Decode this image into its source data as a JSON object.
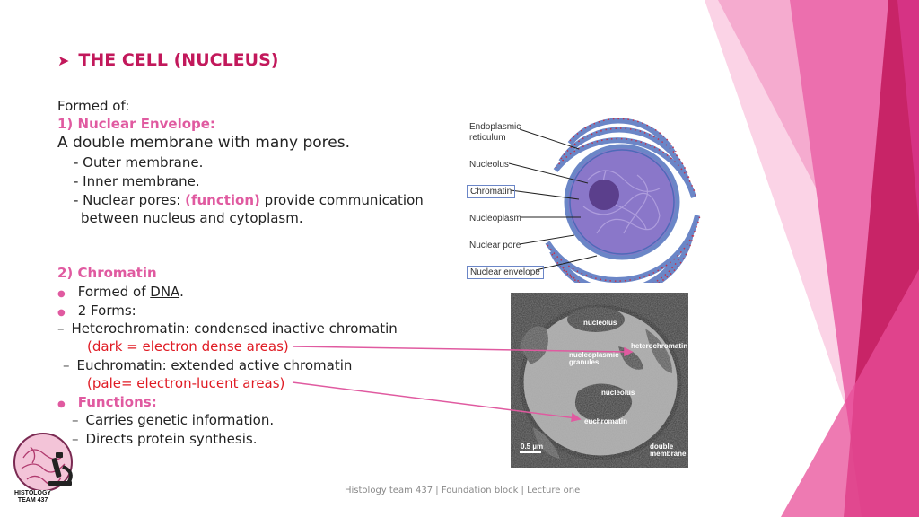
{
  "slide": {
    "title": "THE CELL (NUCLEUS)",
    "formed_of": "Formed of:",
    "envelope_heading": "1) Nuclear Envelope:",
    "envelope_desc": "A double membrane with many pores.",
    "outer": "- Outer membrane.",
    "inner": "- Inner membrane.",
    "pores_prefix": "- Nuclear pores:",
    "pores_function": "(function)",
    "pores_rest": "provide communication",
    "pores_line2": "between nucleus and cytoplasm.",
    "chromatin_heading": "2) Chromatin",
    "formed_of_dna_prefix": "Formed of",
    "dna": "DNA",
    "period": ".",
    "two_forms": "2 Forms:",
    "hetero": "Heterochromatin: condensed inactive chromatin",
    "hetero_note": "(dark = electron dense areas)",
    "eu": "Euchromatin: extended active chromatin",
    "eu_note": "(pale= electron-lucent areas)",
    "functions_heading": "Functions:",
    "func1": "Carries genetic information.",
    "func2": "Directs protein synthesis.",
    "footer": "Histology team 437 | Foundation block | Lecture one"
  },
  "diagram": {
    "labels": {
      "er": "Endoplasmic\nreticulum",
      "nucleolus": "Nucleolus",
      "chromatin": "Chromatin",
      "nucleoplasm": "Nucleoplasm",
      "pore": "Nuclear pore",
      "envelope": "Nuclear envelope"
    }
  },
  "micrograph": {
    "labels": {
      "nucleolus_top": "nucleolus",
      "heterochromatin": "heterochromatin",
      "nucleoplasmic": "nucleoplasmic\ngranules",
      "nucleolus_mid": "nucleolus",
      "euchromatin": "euchromatin",
      "scale": "0.5 µm",
      "double_membrane": "double\nmembrane"
    }
  },
  "logo": {
    "text": "HISTOLOGY\nTEAM 437"
  },
  "colors": {
    "title": "#c2185b",
    "accent_pink": "#e05aa0",
    "red_note": "#e01b24",
    "deco_dark": "#c2185b",
    "deco_light": "#f06eb4"
  },
  "icons": {
    "bullet_arrow": "arrow-icon",
    "bullet_dot": "bullet-dot-icon",
    "microscope": "microscope-icon"
  }
}
